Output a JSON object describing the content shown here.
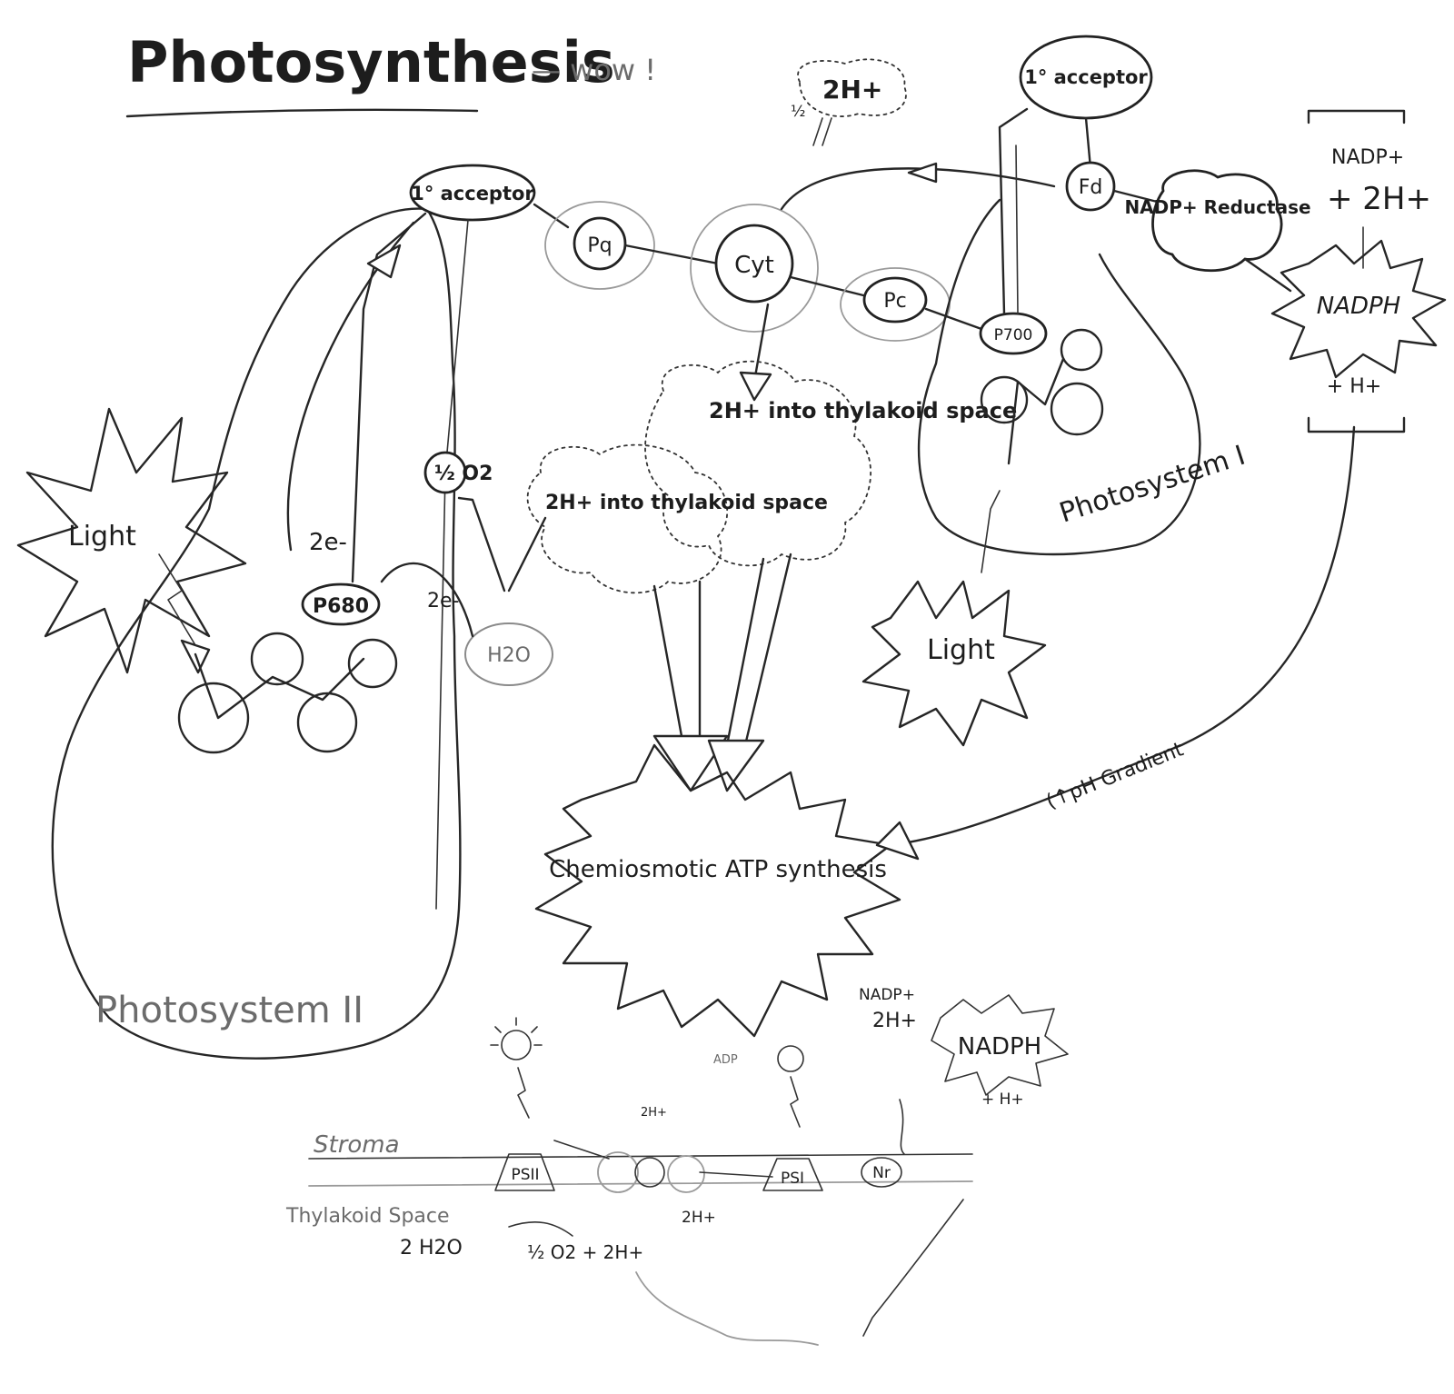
{
  "title": "Photosynthesis",
  "title_aside": "— wow !",
  "labels": {
    "light_left": "Light",
    "light_right": "Light",
    "photosystem_2": "Photosystem II",
    "photosystem_1": "Photosystem I",
    "p680": "P680",
    "p700": "P700",
    "acceptor_left": "1° acceptor",
    "acceptor_right": "1° acceptor",
    "pq": "Pq",
    "cyt": "Cyt",
    "pc": "Pc",
    "fd": "Fd",
    "nadp_reductase": "NADP+ Reductase",
    "nadph": "NADPH",
    "nadp_plus": "NADP+",
    "plus_2h": "+ 2H+",
    "plus_h": "+ H+",
    "top_2h": "2H+",
    "top_half": "½",
    "half_o2": "½ O2",
    "two_e_a": "2e-",
    "two_e_b": "2e-",
    "h2o": "H2O",
    "cloud_left": "2H+ into thylakoid space",
    "cloud_right": "2H+ into thylakoid space",
    "atp": "Chemiosmotic ATP synthesis",
    "ph_gradient": "(↑pH Gradient"
  },
  "bottom": {
    "stroma": "Stroma",
    "thylakoid_space": "Thylakoid Space",
    "ps2": "PSII",
    "ps1": "PSI",
    "nr": "Nr",
    "two_h2o": "2 H2O",
    "half_o2_2h": "½ O2 + 2H+",
    "two_h_top": "2H+",
    "two_h_under": "2H+",
    "adp": "ADP",
    "nadp": "NADP+",
    "two_h": "2H+",
    "nadph": "NADPH",
    "plus_h": "+ H+"
  }
}
